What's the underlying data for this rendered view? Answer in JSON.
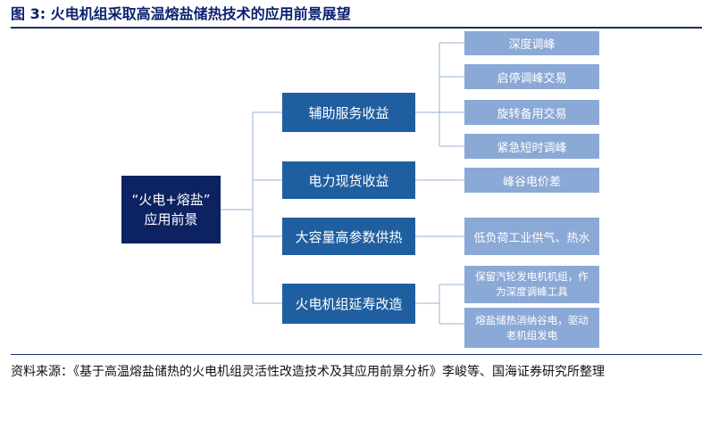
{
  "title": "图 3:  火电机组采取高温熔盐储热技术的应用前景展望",
  "root": {
    "line1": "“火电+熔盐”",
    "line2": "应用前景"
  },
  "branches": [
    {
      "label": "辅助服务收益",
      "items": [
        "深度调峰",
        "启停调峰交易",
        "旋转备用交易",
        "紧急短时调峰"
      ]
    },
    {
      "label": "电力现货收益",
      "items": [
        "峰谷电价差"
      ]
    },
    {
      "label": "大容量高参数供热",
      "items": [
        "低负荷工业供气、热水"
      ]
    },
    {
      "label": "火电机组延寿改造",
      "items": [
        {
          "line1": "保留汽轮发电机机组，作",
          "line2": "为深度调峰工具"
        },
        {
          "line1": "熔盐储热消纳谷电，驱动",
          "line2": "老机组发电"
        }
      ]
    }
  ],
  "source": "资料来源：《基于高温熔盐储热的火电机组灵活性改造技术及其应用前景分析》李峻等、国海证券研究所整理",
  "colors": {
    "root": "#0d2260",
    "branch": "#1f5fa0",
    "leaf": "#8ba9d6",
    "connector": "#9ab3d6",
    "title": "#0b1f6e"
  }
}
